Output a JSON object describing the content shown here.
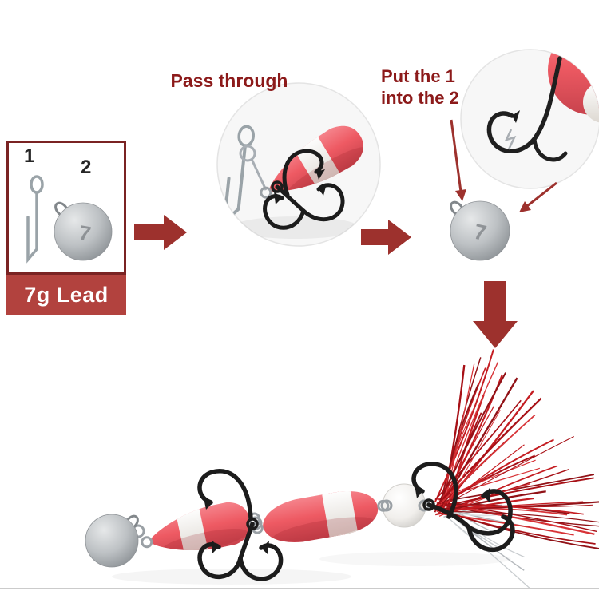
{
  "legend": {
    "part1_label": "1",
    "part2_label": "2",
    "weight_marking": "7",
    "banner_text": "7g Lead"
  },
  "instructions": {
    "step1_label": "Pass through",
    "step2_line1": "Put the 1",
    "step2_line2": "into the 2"
  },
  "colors": {
    "accent_arrow_red": "#9d312d",
    "instruction_text_red": "#8c1a1a",
    "banner_background": "#b2423e",
    "foam_red": "#ee5a63",
    "tinsel_red": "#c3161b",
    "tinsel_silver": "#c6cacd",
    "lead_gray": "#b9bcbe",
    "hook_black": "#1c1c1c",
    "divider_gray": "#cbcbcb"
  },
  "tinsel": {
    "red_count": 46,
    "silver_count": 14
  }
}
